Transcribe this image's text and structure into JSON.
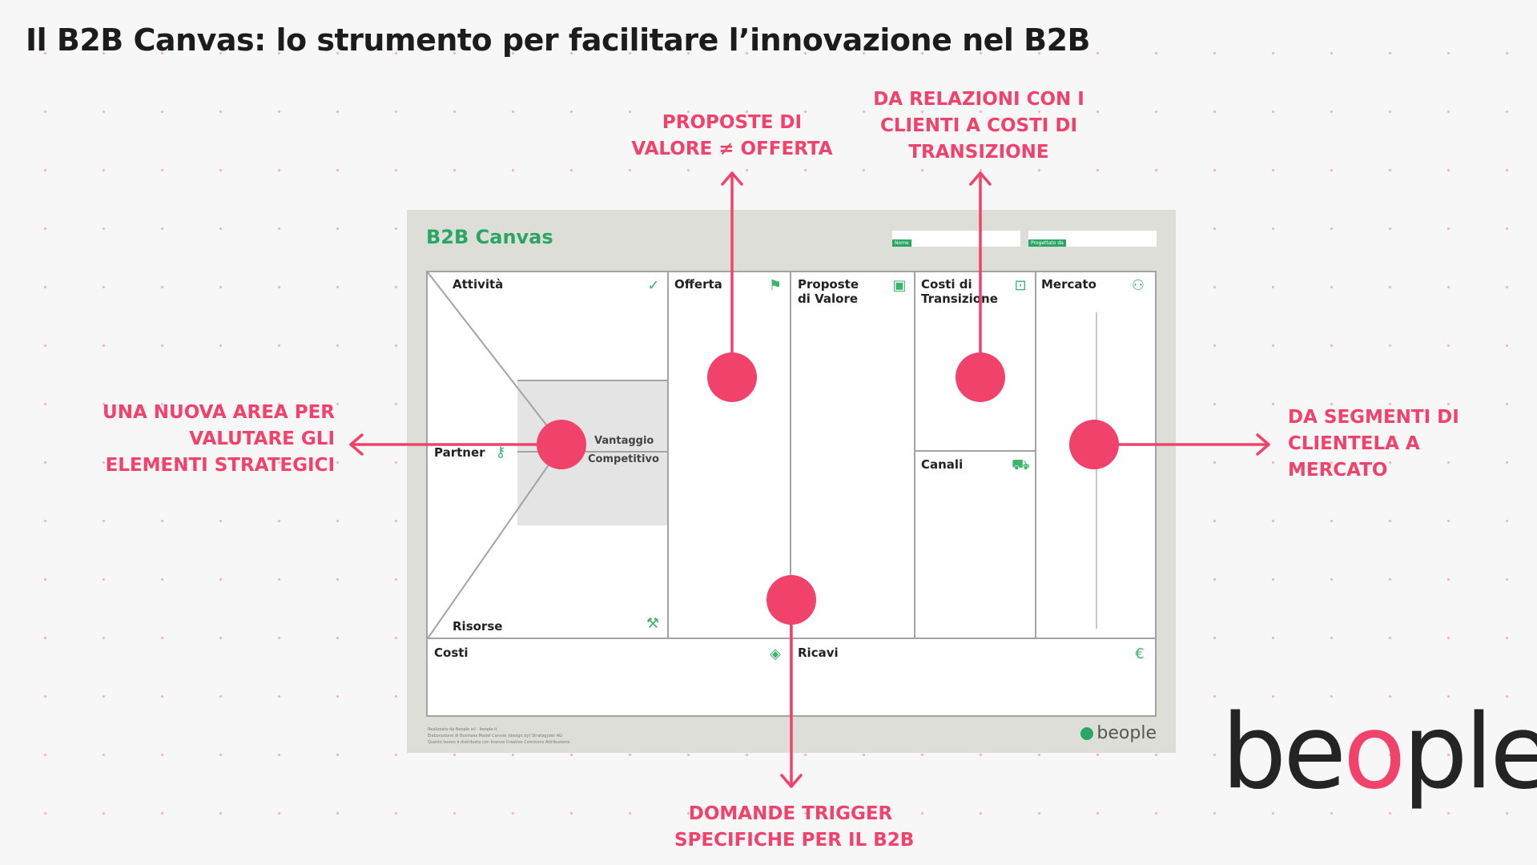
{
  "title": "Il B2B Canvas: lo strumento per facilitare l’innovazione nel B2B",
  "colors": {
    "accent": "#f0426a",
    "canvas_green": "#2aa664",
    "background": "#f7f7f7"
  },
  "callouts": {
    "top_left": [
      "PROPOSTE DI",
      "VALORE ≠ OFFERTA"
    ],
    "top_right": [
      "DA RELAZIONI CON I",
      "CLIENTI A COSTI DI",
      "TRANSIZIONE"
    ],
    "left": [
      "UNA NUOVA AREA PER",
      "VALUTARE GLI",
      "ELEMENTI STRATEGICI"
    ],
    "right": [
      "DA SEGMENTI DI",
      "CLIENTELA A",
      "MERCATO"
    ],
    "bottom": [
      "DOMANDE TRIGGER",
      "SPECIFICHE PER IL B2B"
    ]
  },
  "canvas": {
    "title": "B2B Canvas",
    "field_name_tag": "Nome",
    "field_designed_tag": "Progettato da",
    "blocks": {
      "attivita": "Attività",
      "partner": "Partner",
      "risorse": "Risorse",
      "vantaggio": "Vantaggio",
      "competitivo": "Competitivo",
      "offerta": "Offerta",
      "proposte_1": "Proposte",
      "proposte_2": "di Valore",
      "costi_transizione_1": "Costi di",
      "costi_transizione_2": "Transizione",
      "canali": "Canali",
      "mercato": "Mercato",
      "costi": "Costi",
      "ricavi": "Ricavi"
    },
    "icons": [
      "check-circle-icon",
      "megaphone-icon",
      "gift-icon",
      "lock-icon",
      "people-icon",
      "key-icon",
      "truck-icon",
      "worker-icon",
      "tag-icon",
      "money-bag-icon"
    ],
    "footer_lines": [
      "Realizzato da Beople srl · beople.it",
      "Elaborazione di Business Model Canvas (design by) Strategyzer AG",
      "Questo lavoro è distribuito con licenza Creative Commons Attribuzione"
    ],
    "brand": "beople"
  },
  "brand": {
    "pre": "be",
    "o": "o",
    "post": "ple"
  }
}
